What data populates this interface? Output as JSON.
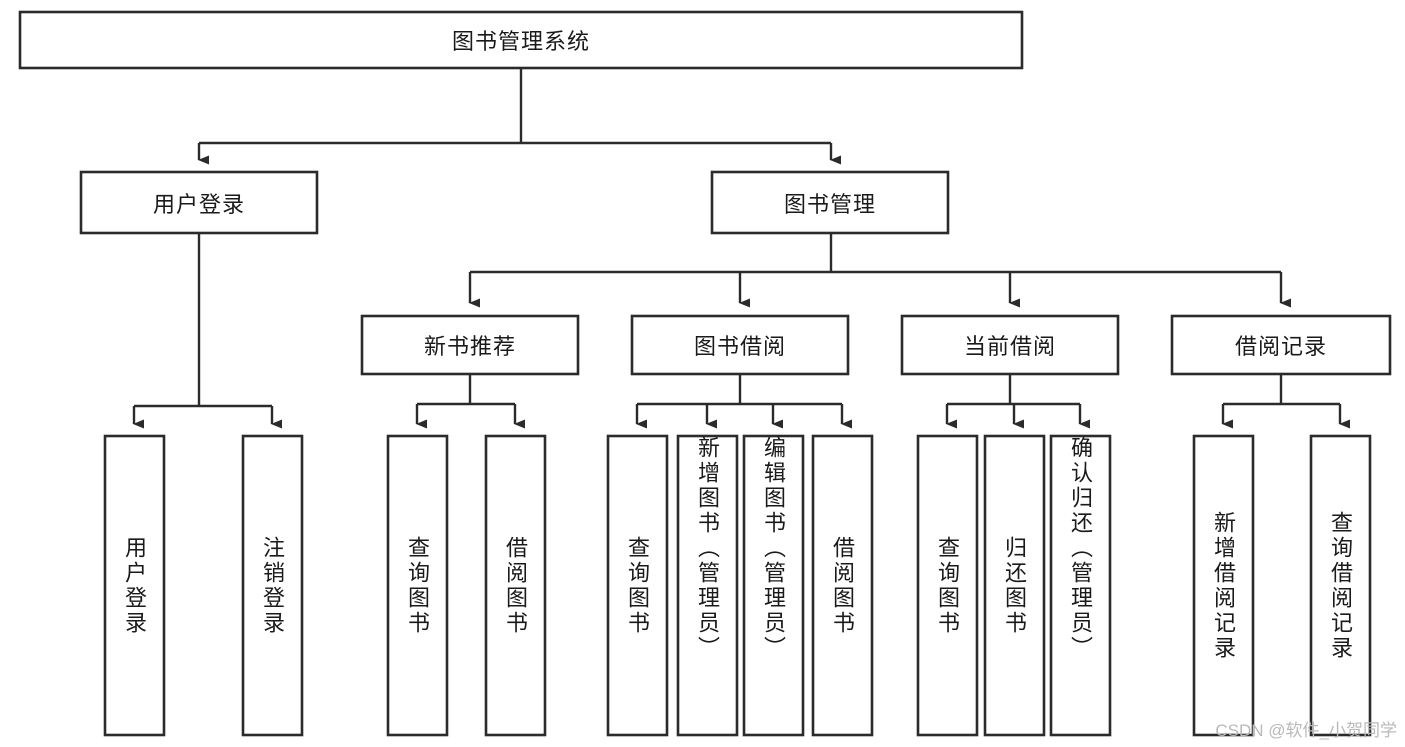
{
  "diagram": {
    "type": "tree-hierarchy-chart",
    "title": "图书管理系统",
    "watermark": "CSDN @软件_小贺同学",
    "colors": {
      "stroke": "#2b2b2b",
      "fill": "#ffffff",
      "text": "#1a1a1a",
      "watermark": "#b9b9b9"
    },
    "levels": {
      "root": {
        "label": "图书管理系统"
      },
      "level2": [
        {
          "id": "user-login",
          "label": "用户登录"
        },
        {
          "id": "book-management",
          "label": "图书管理"
        }
      ],
      "level3": [
        {
          "id": "new-book-recommend",
          "label": "新书推荐",
          "parent": "book-management"
        },
        {
          "id": "book-borrow",
          "label": "图书借阅",
          "parent": "book-management"
        },
        {
          "id": "current-borrow",
          "label": "当前借阅",
          "parent": "book-management"
        },
        {
          "id": "borrow-record",
          "label": "借阅记录",
          "parent": "book-management"
        }
      ],
      "leaves": [
        {
          "id": "leaf-user-login",
          "label": "用户登录",
          "parent": "user-login"
        },
        {
          "id": "leaf-logout-login",
          "label": "注销登录",
          "parent": "user-login"
        },
        {
          "id": "leaf-query-book-1",
          "label": "查询图书",
          "parent": "new-book-recommend"
        },
        {
          "id": "leaf-borrow-book-1",
          "label": "借阅图书",
          "parent": "new-book-recommend"
        },
        {
          "id": "leaf-query-book-2",
          "label": "查询图书",
          "parent": "book-borrow"
        },
        {
          "id": "leaf-add-book",
          "label": "新增图书（管理员）",
          "parent": "book-borrow"
        },
        {
          "id": "leaf-edit-book",
          "label": "编辑图书（管理员）",
          "parent": "book-borrow"
        },
        {
          "id": "leaf-borrow-book-2",
          "label": "借阅图书",
          "parent": "book-borrow"
        },
        {
          "id": "leaf-query-book-3",
          "label": "查询图书",
          "parent": "current-borrow"
        },
        {
          "id": "leaf-return-book",
          "label": "归还图书",
          "parent": "current-borrow"
        },
        {
          "id": "leaf-confirm-return",
          "label": "确认归还（管理员）",
          "parent": "current-borrow"
        },
        {
          "id": "leaf-add-record",
          "label": "新增借阅记录",
          "parent": "borrow-record"
        },
        {
          "id": "leaf-query-record",
          "label": "查询借阅记录",
          "parent": "borrow-record"
        }
      ]
    }
  }
}
